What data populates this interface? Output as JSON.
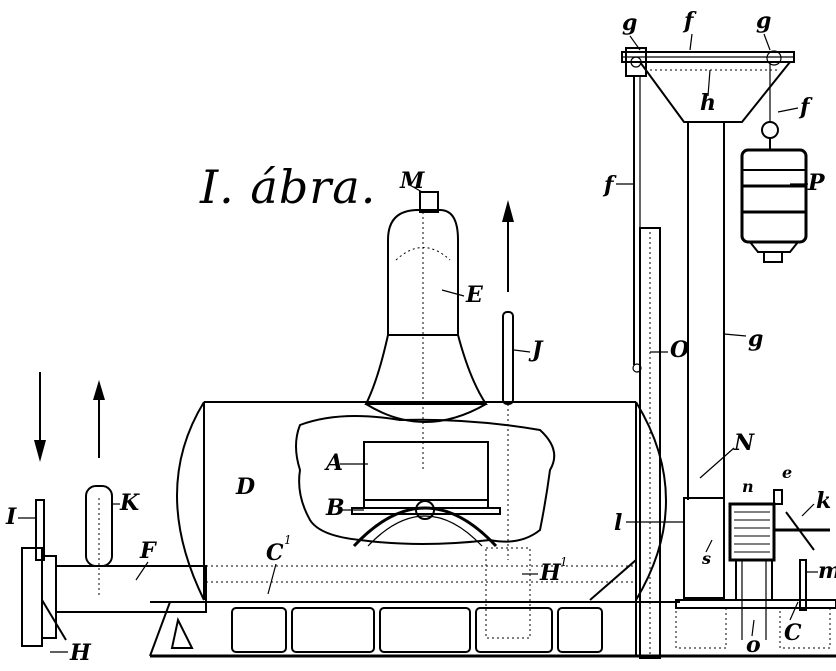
{
  "figure": {
    "title": "I. ábra."
  },
  "labels": {
    "M": "M",
    "E": "E",
    "A": "A",
    "B": "B",
    "D": "D",
    "J": "J",
    "O": "O",
    "N": "N",
    "F": "F",
    "K": "K",
    "I": "I",
    "H": "H",
    "H1": "H",
    "H1_sup": "1",
    "C1": "C",
    "C1_sup": "1",
    "C": "C",
    "g_top_left": "g",
    "f_top": "f",
    "g_top_right": "g",
    "h": "h",
    "f_right": "f",
    "f_left": "f",
    "P": "P",
    "g_mid": "g",
    "l": "l",
    "s": "s",
    "n": "n",
    "e": "e",
    "k": "k",
    "m": "m",
    "o": "o"
  }
}
